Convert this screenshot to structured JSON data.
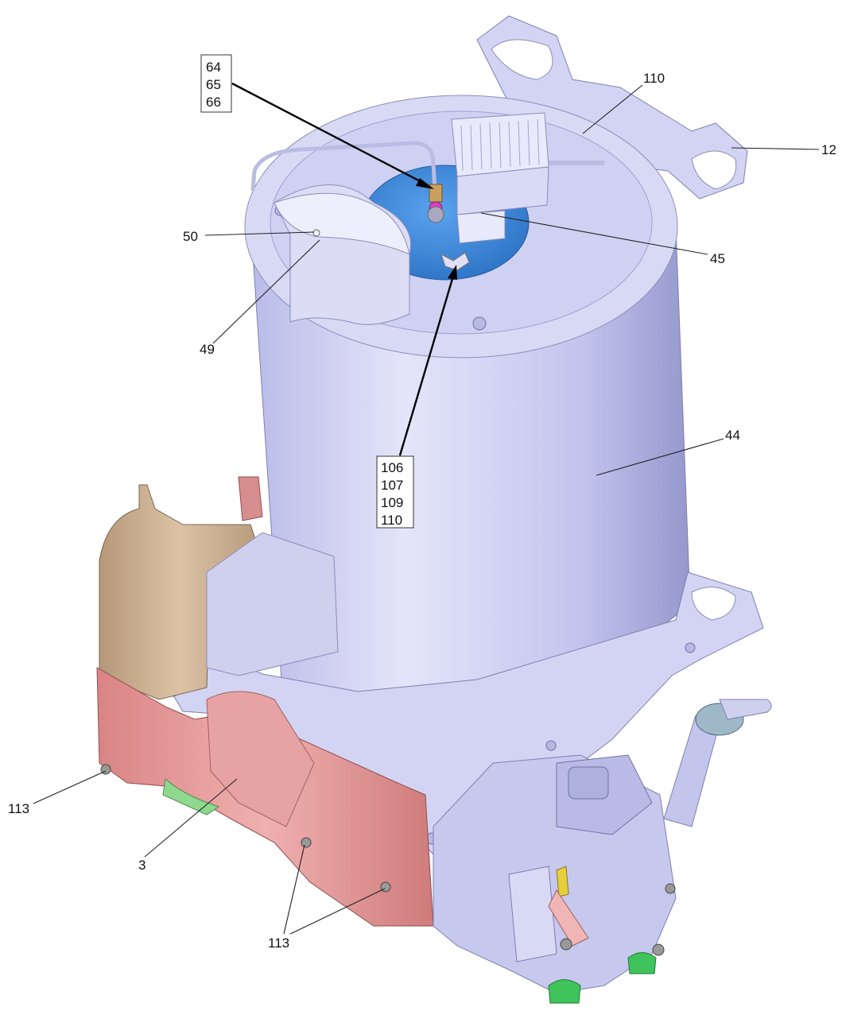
{
  "callouts": [
    {
      "id": "c12",
      "text": "12"
    },
    {
      "id": "c110_top",
      "text": "110"
    },
    {
      "id": "c45",
      "text": "45"
    },
    {
      "id": "c50",
      "text": "50"
    },
    {
      "id": "c49",
      "text": "49"
    },
    {
      "id": "c44",
      "text": "44"
    },
    {
      "id": "c113_left",
      "text": "113"
    },
    {
      "id": "c3",
      "text": "3"
    },
    {
      "id": "c113_bottom",
      "text": "113"
    }
  ],
  "boxes": {
    "top": [
      "64",
      "65",
      "66"
    ],
    "mid": [
      "106",
      "107",
      "109",
      "110"
    ]
  },
  "colors": {
    "body": "#c9cbef",
    "body_shade": "#9fa2d4",
    "lid": "#d8daf5",
    "blue_plate": "#3f86d8",
    "salmon": "#e79a9a",
    "tan": "#c9ad8f",
    "green": "#3ec45a",
    "line": "#222222"
  }
}
